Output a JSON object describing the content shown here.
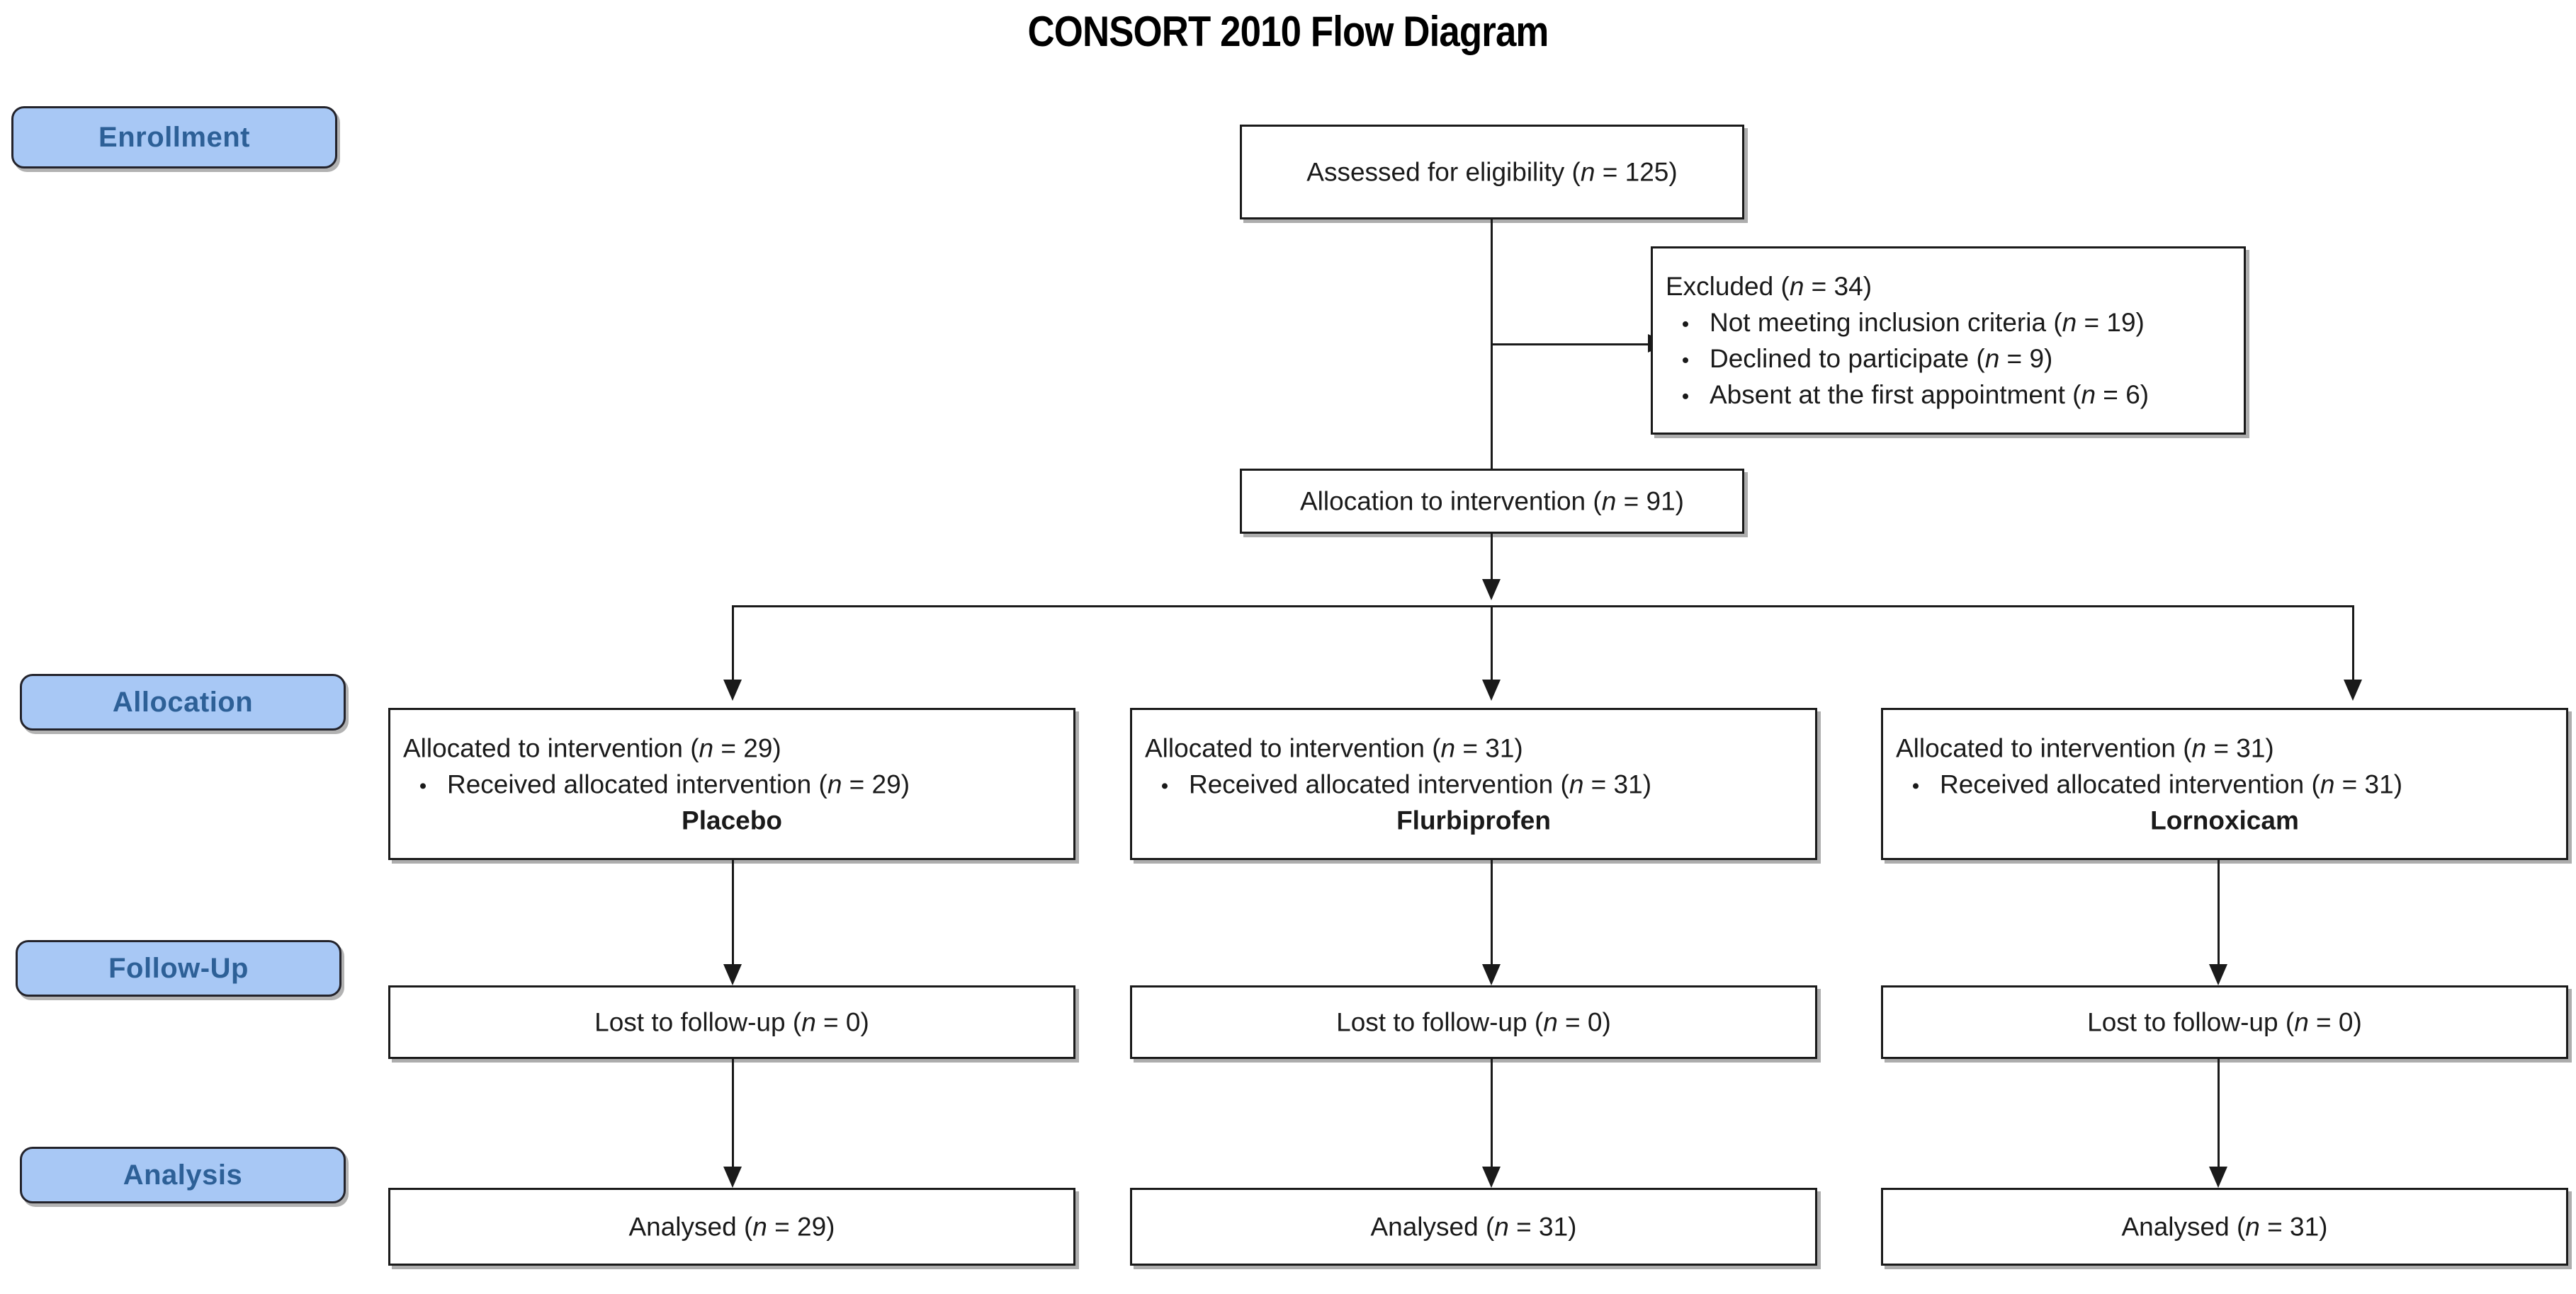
{
  "title": "CONSORT 2010 Flow Diagram",
  "theme": {
    "pill_fill": "#a8c8f5",
    "pill_text": "#2d6097",
    "pill_border": "#23232b",
    "box_border": "#1a1a1a",
    "box_fill": "#ffffff",
    "text": "#1a1a1a",
    "page_bg": "#ffffff"
  },
  "stages": [
    {
      "id": "enrollment",
      "label": "Enrollment"
    },
    {
      "id": "allocation",
      "label": "Allocation"
    },
    {
      "id": "followup",
      "label": "Follow-Up"
    },
    {
      "id": "analysis",
      "label": "Analysis"
    }
  ],
  "enrollment": {
    "assessed": {
      "text_prefix": "Assessed for eligibility (",
      "n_symbol": "n",
      "text_suffix": " = 125)",
      "full_text": "Assessed for eligibility (n = 125)",
      "n": 125
    },
    "excluded": {
      "heading_prefix": "Excluded (",
      "n_symbol": "n",
      "heading_suffix": " = 34)",
      "heading_full": "Excluded (n = 34)",
      "n": 34,
      "reasons": [
        {
          "label": "Not meeting inclusion criteria (",
          "n_symbol": "n",
          "suffix": " = 19)",
          "full": "Not meeting inclusion criteria (n = 19)",
          "n": 19
        },
        {
          "label": "Declined to participate (",
          "n_symbol": "n",
          "suffix": " = 9)",
          "full": "Declined to participate (n = 9)",
          "n": 9
        },
        {
          "label": "Absent at the first appointment (",
          "n_symbol": "n",
          "suffix": " = 6)",
          "full": "Absent at the first appointment (n = 6)",
          "n": 6
        }
      ]
    },
    "allocation_total": {
      "text_prefix": "Allocation to intervention  (",
      "n_symbol": "n",
      "text_suffix": " = 91)",
      "full_text": "Allocation to intervention  (n = 91)",
      "n": 91
    }
  },
  "arms": [
    {
      "id": "placebo",
      "drug": "Placebo",
      "allocated": {
        "prefix": "Allocated to intervention  (",
        "n_symbol": "n",
        "suffix": " = 29)",
        "full": "Allocated to intervention  (n = 29)",
        "n": 29
      },
      "received": {
        "prefix": "Received  allocated intervention  (",
        "n_symbol": "n",
        "suffix": " = 29)",
        "full": "Received  allocated intervention  (n = 29)",
        "n": 29
      },
      "lost": {
        "prefix": "Lost to follow-up  (",
        "n_symbol": "n",
        "suffix": " = 0)",
        "full": "Lost to follow-up  (n = 0)",
        "n": 0
      },
      "analysed": {
        "prefix": "Analysed (",
        "n_symbol": "n",
        "suffix": " = 29)",
        "full": "Analysed (n = 29)",
        "n": 29
      }
    },
    {
      "id": "flurbiprofen",
      "drug": "Flurbiprofen",
      "allocated": {
        "prefix": "Allocated to intervention  (",
        "n_symbol": "n",
        "suffix": " = 31)",
        "full": "Allocated to intervention  (n = 31)",
        "n": 31
      },
      "received": {
        "prefix": "Received  allocated intervention  (",
        "n_symbol": "n",
        "suffix": " = 31)",
        "full": "Received  allocated intervention  (n = 31)",
        "n": 31
      },
      "lost": {
        "prefix": "Lost to follow-up  (",
        "n_symbol": "n",
        "suffix": " = 0)",
        "full": "Lost to follow-up  (n = 0)",
        "n": 0
      },
      "analysed": {
        "prefix": "Analysed (",
        "n_symbol": "n",
        "suffix": " = 31)",
        "full": "Analysed (n = 31)",
        "n": 31
      }
    },
    {
      "id": "lornoxicam",
      "drug": "Lornoxicam",
      "allocated": {
        "prefix": "Allocated to intervention  (",
        "n_symbol": "n",
        "suffix": " = 31)",
        "full": "Allocated to intervention  (n = 31)",
        "n": 31
      },
      "received": {
        "prefix": "Received  allocated intervention  (",
        "n_symbol": "n",
        "suffix": " = 31)",
        "full": "Received  allocated intervention  (n = 31)",
        "n": 31
      },
      "lost": {
        "prefix": "Lost to follow-up  (",
        "n_symbol": "n",
        "suffix": " = 0)",
        "full": "Lost to follow-up  (n = 0)",
        "n": 0
      },
      "analysed": {
        "prefix": "Analysed (",
        "n_symbol": "n",
        "suffix": " = 31)",
        "full": "Analysed (n = 31)",
        "n": 31
      }
    }
  ]
}
